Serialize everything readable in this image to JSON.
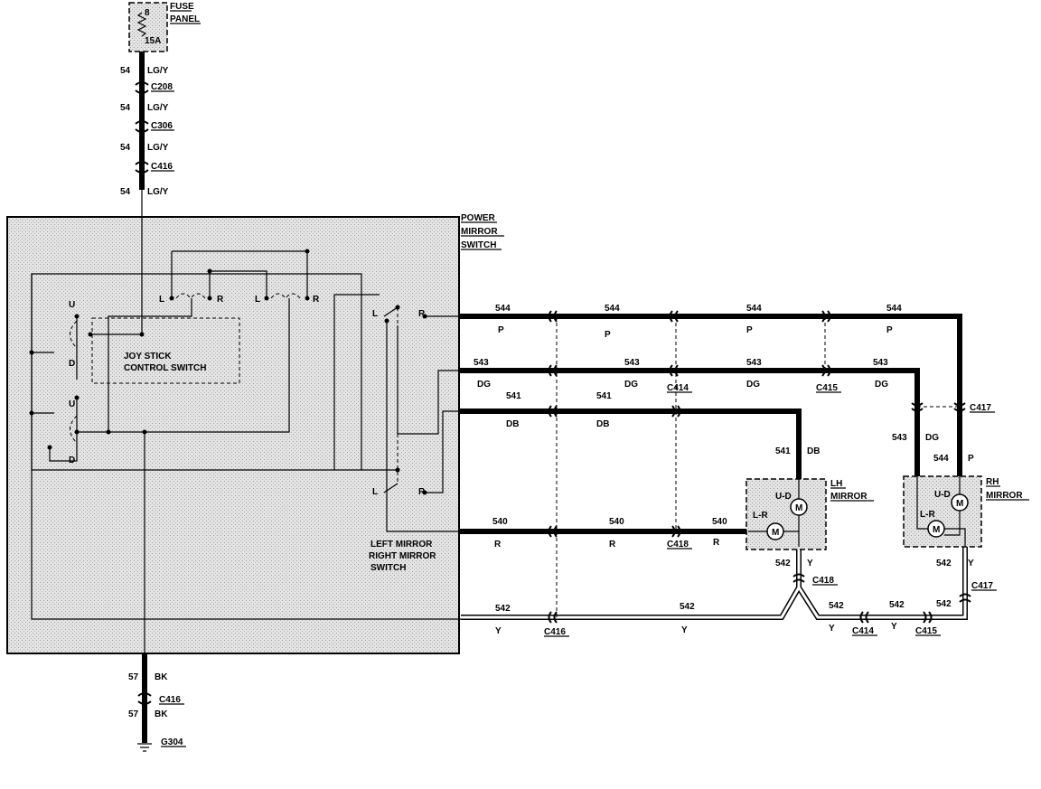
{
  "fuse_panel": {
    "label1": "FUSE",
    "label2": "PANEL",
    "fuse_number": "8",
    "fuse_rating": "15A"
  },
  "power_circuit": [
    {
      "circuit": "54",
      "color": "LG/Y"
    },
    {
      "connector": "C208"
    },
    {
      "circuit": "54",
      "color": "LG/Y"
    },
    {
      "connector": "C306"
    },
    {
      "circuit": "54",
      "color": "LG/Y"
    },
    {
      "connector": "C416"
    },
    {
      "circuit": "54",
      "color": "LG/Y"
    }
  ],
  "switch": {
    "label1": "POWER",
    "label2": "MIRROR",
    "label3": "SWITCH",
    "joystick1": "JOY STICK",
    "joystick2": "CONTROL SWITCH",
    "selector1": "LEFT MIRROR",
    "selector2": "RIGHT MIRROR",
    "selector3": "SWITCH",
    "U": "U",
    "D": "D",
    "L": "L",
    "R": "R"
  },
  "wires": {
    "w544": {
      "circuit": "544",
      "color": "P"
    },
    "w543": {
      "circuit": "543",
      "color": "DG"
    },
    "w541": {
      "circuit": "541",
      "color": "DB"
    },
    "w540": {
      "circuit": "540",
      "color": "R"
    },
    "w542": {
      "circuit": "542",
      "color": "Y"
    }
  },
  "connectors": {
    "c414": "C414",
    "c415": "C415",
    "c417": "C417",
    "c418": "C418",
    "c416": "C416"
  },
  "lh_mirror": {
    "label1": "LH",
    "label2": "MIRROR",
    "ud": "U-D",
    "lr": "L-R",
    "motor": "M"
  },
  "rh_mirror": {
    "label1": "RH",
    "label2": "MIRROR",
    "ud": "U-D",
    "lr": "L-R",
    "motor": "M"
  },
  "ground": {
    "circuit": "57",
    "color": "BK",
    "connector": "C416",
    "ground_point": "G304"
  }
}
